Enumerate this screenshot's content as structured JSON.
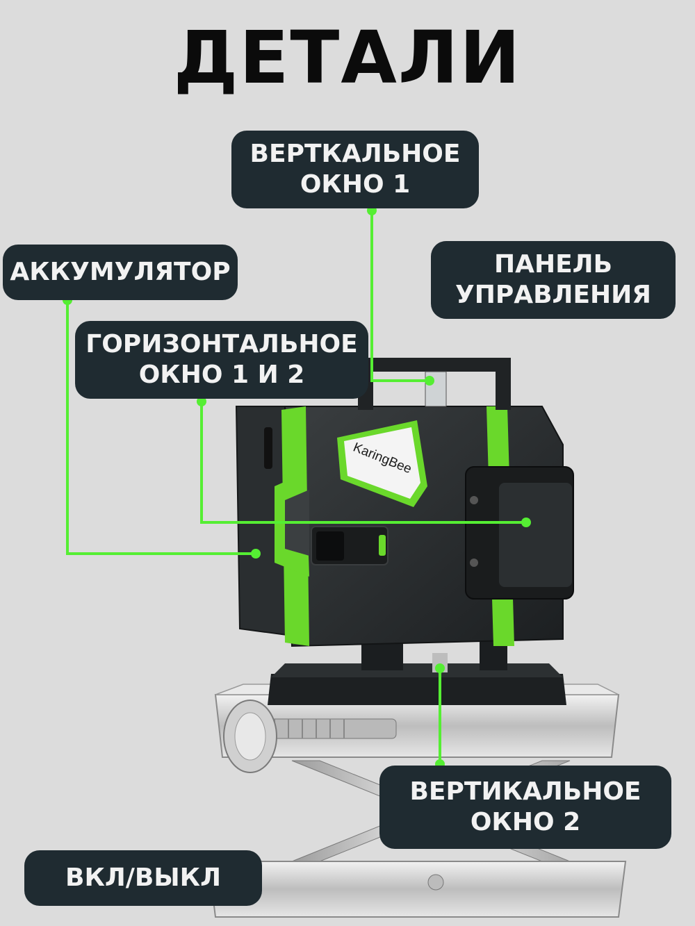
{
  "title": "ДЕТАЛИ",
  "brand": "KaringBee",
  "colors": {
    "background": "#dcdcdc",
    "label_bg": "#1f2b31",
    "label_text": "#f2f2f2",
    "accent_green": "#55ee33",
    "device_body": "#2b2f31"
  },
  "callouts": {
    "vertical_window_1": {
      "line1": "ВЕРТКАЛЬНОЕ",
      "line2": "ОКНО 1"
    },
    "battery": {
      "line1": "АККУМУЛЯТОР"
    },
    "control_panel": {
      "line1": "ПАНЕЛЬ",
      "line2": "УПРАВЛЕНИЯ"
    },
    "horizontal_window": {
      "line1": "ГОРИЗОНТАЛЬНОЕ",
      "line2": "ОКНО 1 И 2"
    },
    "vertical_window_2": {
      "line1": "ВЕРТИКАЛЬНОЕ",
      "line2": "ОКНО 2"
    },
    "power_switch": {
      "line1": "ВКЛ/ВЫКЛ"
    }
  }
}
